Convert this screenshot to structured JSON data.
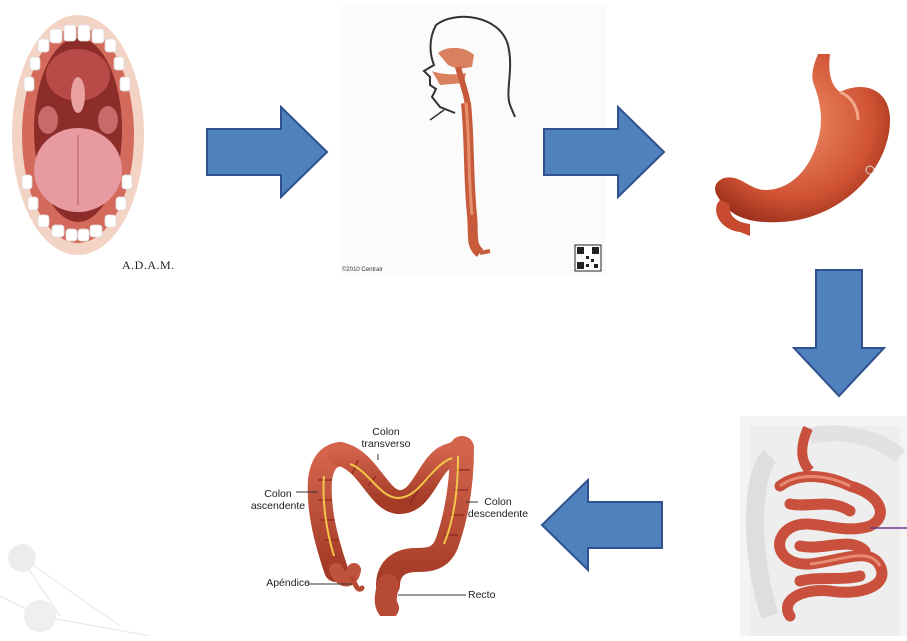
{
  "credits": {
    "adam_logo_text": "A.D.A.M.",
    "esophagus_copyright": "©2010 Centrair"
  },
  "colon_labels": {
    "transverse": "Colon transverso",
    "ascending": "Colon ascendente",
    "descending": "Colon descendente",
    "appendix": "Apéndice",
    "rectum": "Recto"
  },
  "icons": {
    "arrow_right": "arrow-right-icon",
    "arrow_down": "arrow-down-icon",
    "arrow_left": "arrow-left-icon"
  },
  "colors": {
    "arrow_fill": "#4f81bd",
    "arrow_stroke": "#2f528f",
    "tissue": "#c8503c",
    "tissue_dark": "#8e2a1e"
  }
}
